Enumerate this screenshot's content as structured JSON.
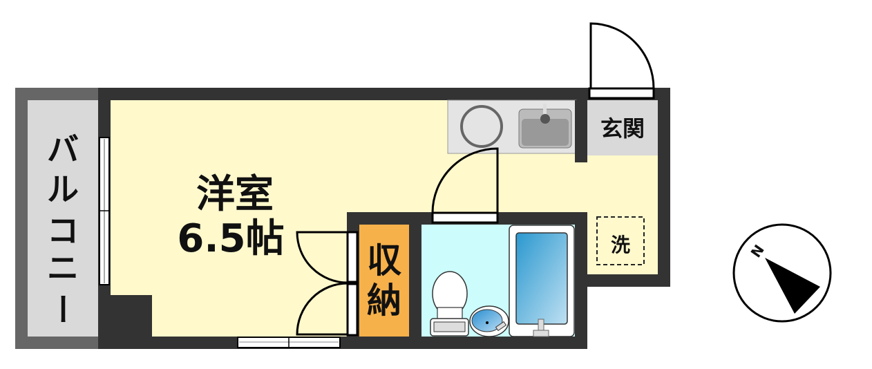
{
  "floorplan": {
    "balcony": {
      "label_chars": [
        "バ",
        "ル",
        "コ",
        "ニ",
        "ー"
      ]
    },
    "western_room": {
      "name": "洋室",
      "size": "6.5帖"
    },
    "storage": {
      "label_chars": [
        "収",
        "納"
      ]
    },
    "entrance": {
      "label": "玄関"
    },
    "washer": {
      "label": "洗"
    },
    "compass": {
      "label": "N"
    },
    "colors": {
      "wall": "#333333",
      "balcony_wall": "#666666",
      "balcony_floor": "#d9d9d9",
      "room_floor": "#fff9cc",
      "storage": "#f7b14a",
      "bathroom": "#ccfcfc",
      "entrance_floor": "#d9d9d9",
      "kitchen_counter": "#e4e4e4"
    }
  }
}
